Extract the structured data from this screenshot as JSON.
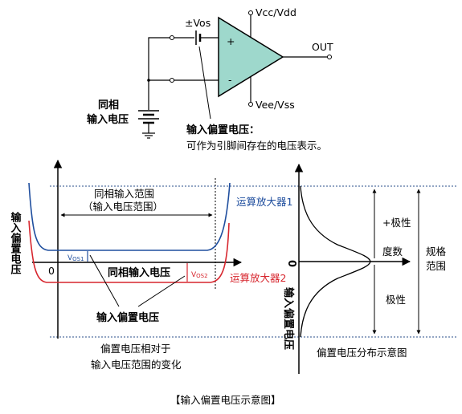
{
  "circuit": {
    "vcc_label": "Vcc/Vdd",
    "vee_label": "Vee/Vss",
    "out_label": "OUT",
    "vos_label": "±Vos",
    "plus_sign": "+",
    "minus_sign": "-",
    "common_mode_line1": "同相",
    "common_mode_line2": "输入电压",
    "offset_note_line1": "输入偏置电压：",
    "offset_note_line2": "可作为引脚间存在的电压表示。"
  },
  "left_plot": {
    "range_line1": "同相输入范围",
    "range_line2": "（输入电压范围）",
    "amp1_label": "运算放大器1",
    "amp2_label": "运算放大器2",
    "y_axis_label": "输入偏置电压",
    "zero_label": "0",
    "vos1_label": "V",
    "vos1_sub": "OS1",
    "vos2_label": "V",
    "vos2_sub": "OS2",
    "x_axis_label": "同相输入电压",
    "pointer_label": "输入偏置电压",
    "caption_line1": "偏置电压相对于",
    "caption_line2": "输入电压范围的变化"
  },
  "right_plot": {
    "plus_polarity": "+极性",
    "degree_label": "度数",
    "minus_polarity": "极性",
    "spec_line1": "规格",
    "spec_line2": "范围",
    "zero_label": "0",
    "y_axis_label": "输入偏置电压",
    "caption": "偏置电压分布示意图"
  },
  "footer": {
    "title": "【输入偏置电压示意图】"
  },
  "colors": {
    "blue": "#1f4e9e",
    "red": "#d7262e",
    "opamp_fill": "#9ed8cc",
    "dotted": "#2a4e8a"
  }
}
